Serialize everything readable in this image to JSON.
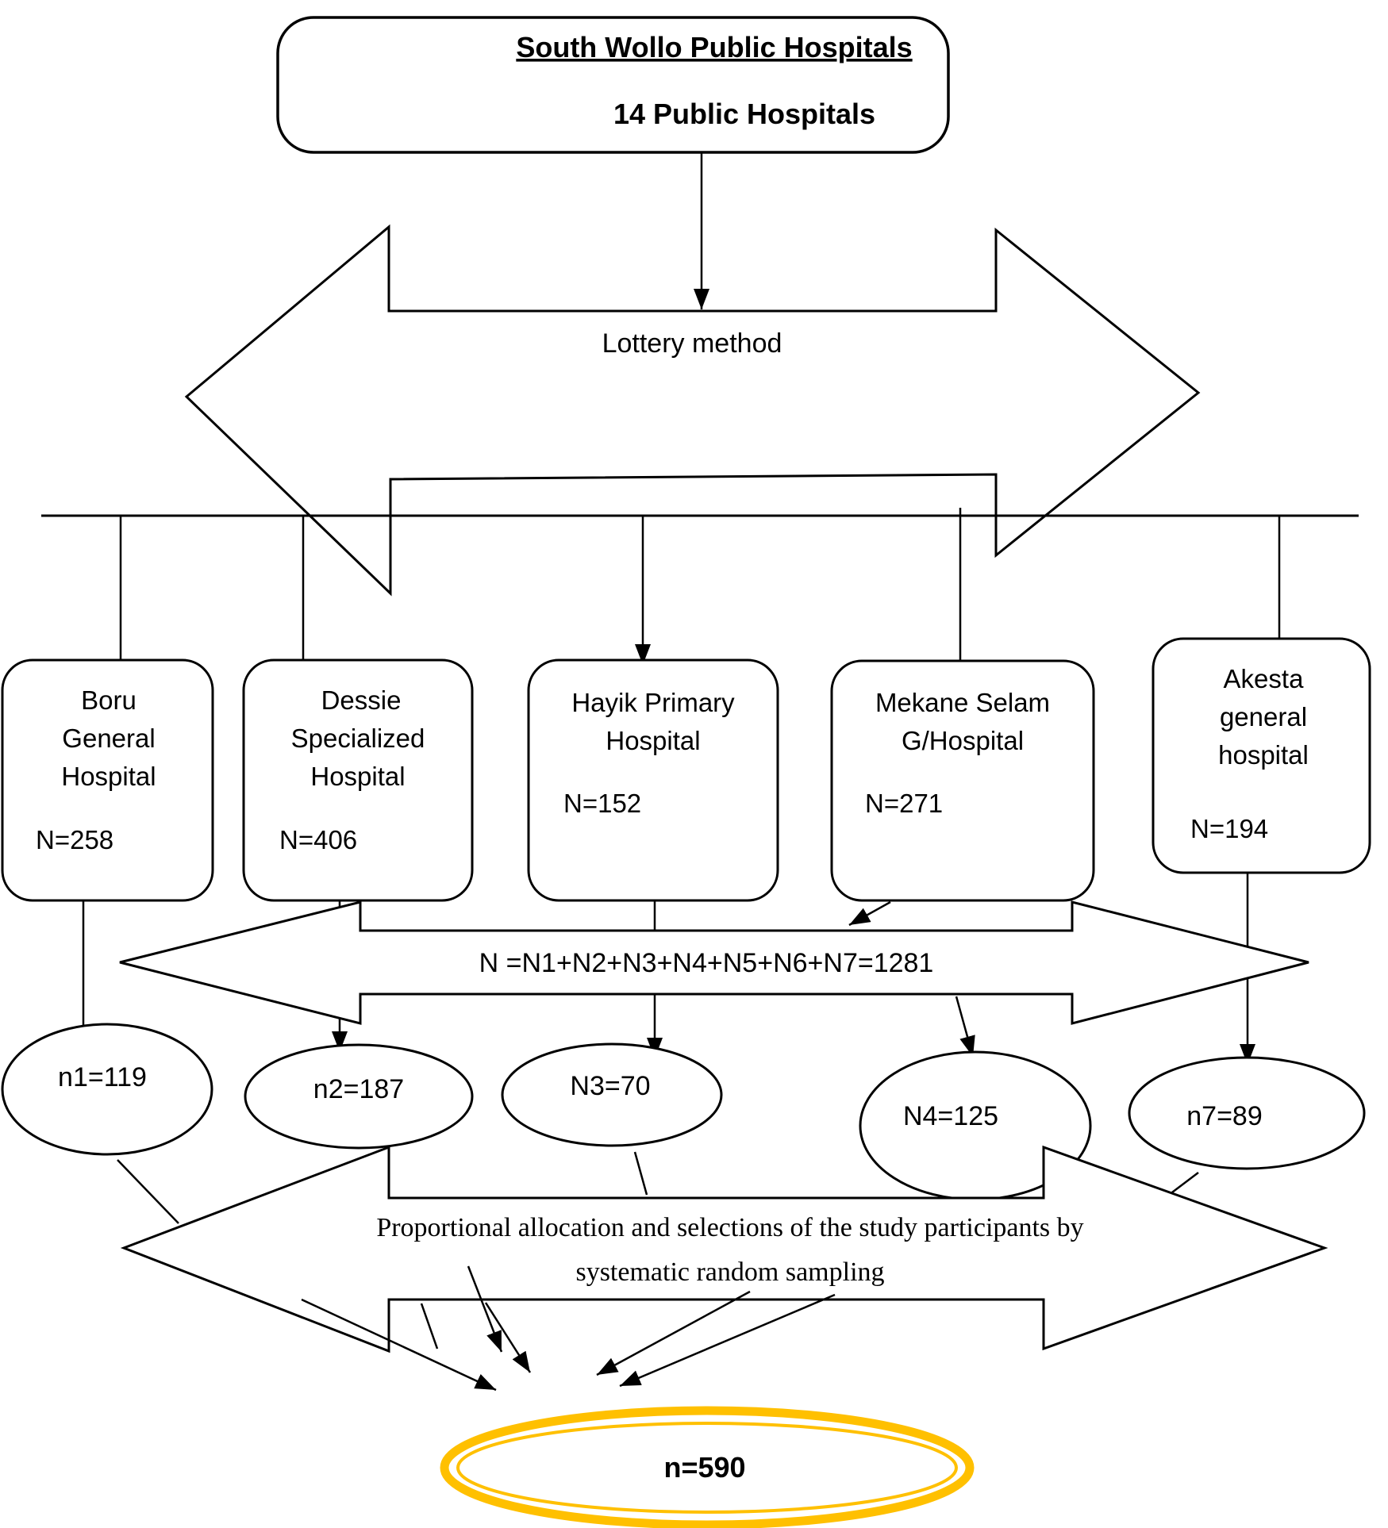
{
  "figure": {
    "source_box": {
      "line1": "South Wollo Public Hospitals",
      "line2": "14 Public Hospitals"
    },
    "method_arrow": {
      "label": "Lottery method"
    },
    "hospitals": [
      {
        "name1": "Boru",
        "name2": "General",
        "name3": "Hospital",
        "n": "N=258"
      },
      {
        "name1": "Dessie",
        "name2": "Specialized",
        "name3": "Hospital",
        "n": "N=406"
      },
      {
        "name1": "Hayik Primary",
        "name2": "Hospital",
        "n": "N=152"
      },
      {
        "name1": "Mekane Selam",
        "name2": "G/Hospital",
        "n": "N=271"
      },
      {
        "name1": "Akesta",
        "name2": "general",
        "name3": "hospital",
        "n": "N=194"
      }
    ],
    "total_arrow": {
      "label": "N =N1+N2+N3+N4+N5+N6+N7=1281"
    },
    "samples": [
      "n1=119",
      "n2=187",
      "N3=70",
      "N4=125",
      "n7=89"
    ],
    "allocation_arrow": {
      "line1": "Proportional allocation and selections of the study participants by",
      "line2": "systematic random sampling"
    },
    "final_sample": {
      "label": "n=590"
    },
    "colors": {
      "accent": "#FFC000",
      "stroke": "#000000"
    }
  }
}
